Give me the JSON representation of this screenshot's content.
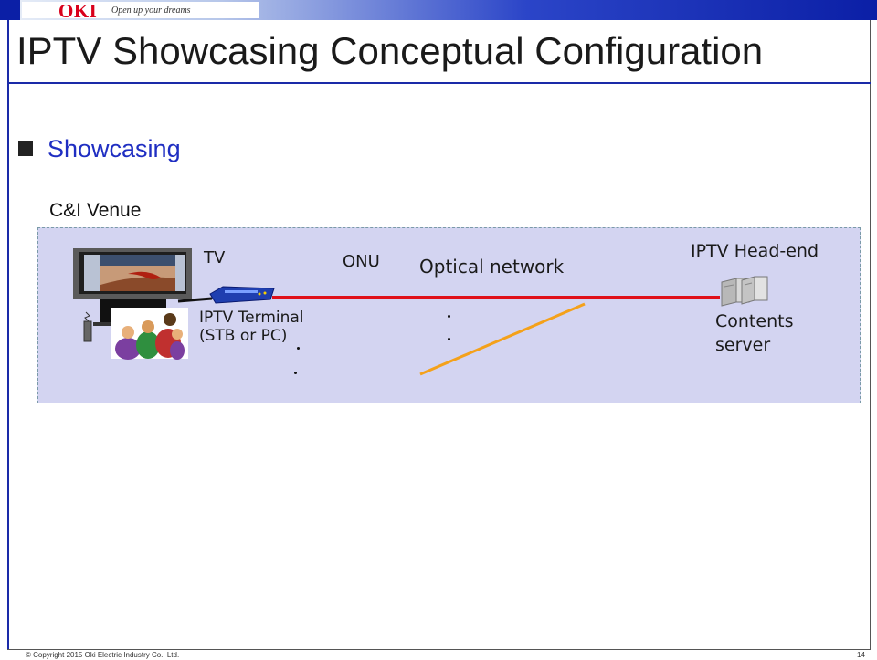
{
  "header": {
    "logo_text": "OKI",
    "logo_tagline": "Open up your dreams"
  },
  "title": "IPTV Showcasing Conceptual Configuration",
  "bullet": "Showcasing",
  "venue_label": "C&I Venue",
  "diagram": {
    "tv": "TV",
    "onu": "ONU",
    "optical_network": "Optical network",
    "headend": "IPTV Head-end",
    "terminal_line1": "IPTV Terminal",
    "terminal_line2": "(STB or PC)",
    "contents_line1": "Contents",
    "contents_line2": "server"
  },
  "colors": {
    "accent_blue": "#1f2ec2",
    "fiber_red": "#e0101a",
    "fiber_orange": "#f4a11a",
    "venue_fill": "#d3d4f1"
  },
  "footer": {
    "copyright": "© Copyright 2015 Oki Electric Industry Co., Ltd.",
    "page_number": "14"
  }
}
